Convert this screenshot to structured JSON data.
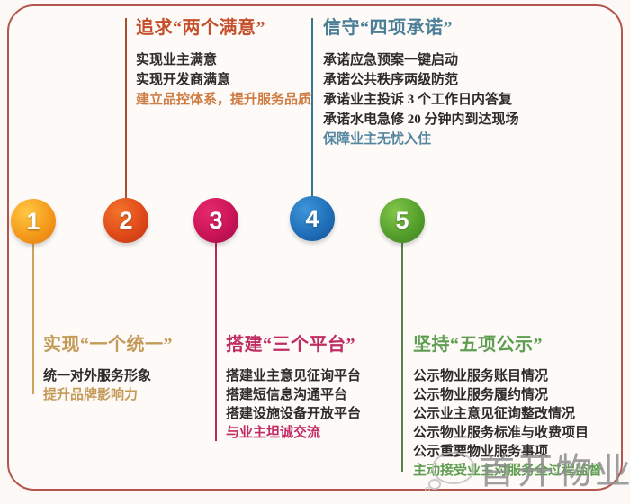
{
  "canvas": {
    "frame_color": "#b5564e",
    "background": "#fbf8f6",
    "body_text_color": "#2e2a28"
  },
  "watermark": {
    "text": "首开物业",
    "color": "#8f8f8f",
    "logo": "speech-bubble-icon"
  },
  "steps": [
    {
      "number": "1",
      "placement": "bottom",
      "title": "实现“一个统一”",
      "title_color": "#c49a58",
      "line_color": "#cfa35c",
      "ball": {
        "light": "#ffc844",
        "mid": "#f59a1b",
        "dark": "#e2770e"
      },
      "items": [
        {
          "text": "统一对外服务形象",
          "color": "#2e2a28"
        },
        {
          "text": "提升品牌影响力",
          "color": "#c49a58"
        }
      ]
    },
    {
      "number": "2",
      "placement": "top",
      "title": "追求“两个满意”",
      "title_color": "#c64f2b",
      "line_color": "#a8502a",
      "ball": {
        "light": "#f4742c",
        "mid": "#e04a1a",
        "dark": "#bc3512"
      },
      "items": [
        {
          "text": "实现业主满意",
          "color": "#2e2a28"
        },
        {
          "text": "实现开发商满意",
          "color": "#2e2a28"
        },
        {
          "text": "建立品控体系，提升服务品质",
          "color": "#cd7c42"
        }
      ]
    },
    {
      "number": "3",
      "placement": "bottom",
      "title": "搭建“三个平台”",
      "title_color": "#bf2d62",
      "line_color": "#b5285c",
      "ball": {
        "light": "#e62a6b",
        "mid": "#cb1458",
        "dark": "#9c0d46"
      },
      "items": [
        {
          "text": "搭建业主意见征询平台",
          "color": "#2e2a28"
        },
        {
          "text": "搭建短信息沟通平台",
          "color": "#2e2a28"
        },
        {
          "text": "搭建设施设备开放平台",
          "color": "#2e2a28"
        },
        {
          "text": "与业主坦诚交流",
          "color": "#c22a64"
        }
      ]
    },
    {
      "number": "4",
      "placement": "top",
      "title": "信守“四项承诺”",
      "title_color": "#4b7f96",
      "line_color": "#39758c",
      "ball": {
        "light": "#3f96d8",
        "mid": "#2070ba",
        "dark": "#155096"
      },
      "items": [
        {
          "text": "承诺应急预案一键启动",
          "color": "#2e2a28"
        },
        {
          "text": "承诺公共秩序两级防范",
          "color": "#2e2a28"
        },
        {
          "text": "承诺业主投诉 3 个工作日内答复",
          "color": "#2e2a28"
        },
        {
          "text": "承诺水电急修 20 分钟内到达现场",
          "color": "#2e2a28"
        },
        {
          "text": "保障业主无忧入住",
          "color": "#5586a0"
        }
      ]
    },
    {
      "number": "5",
      "placement": "bottom",
      "title": "坚持“五项公示”",
      "title_color": "#5f9e50",
      "line_color": "#55834a",
      "ball": {
        "light": "#83c64b",
        "mid": "#55a02c",
        "dark": "#3f7d1f"
      },
      "items": [
        {
          "text": "公示物业服务账目情况",
          "color": "#2e2a28"
        },
        {
          "text": "公示物业服务履约情况",
          "color": "#2e2a28"
        },
        {
          "text": "公示业主意见征询整改情况",
          "color": "#2e2a28"
        },
        {
          "text": "公示物业服务标准与收费项目",
          "color": "#2e2a28"
        },
        {
          "text": "公示重要物业服务事项",
          "color": "#2e2a28"
        },
        {
          "text": "主动接受业主对服务全过程监督",
          "color": "#5f9e50"
        }
      ]
    }
  ]
}
